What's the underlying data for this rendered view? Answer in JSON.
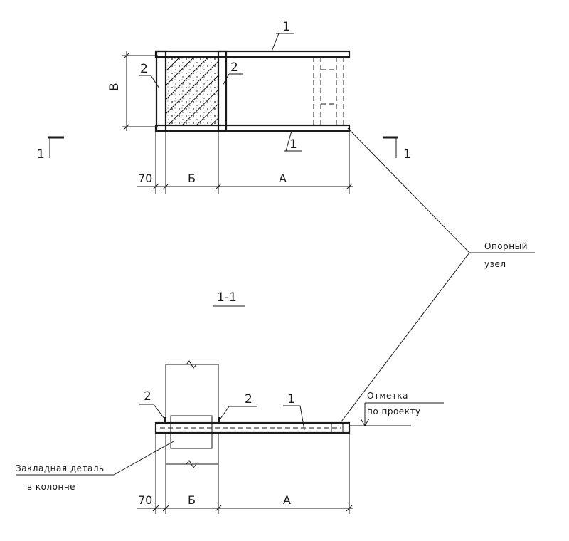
{
  "plan": {
    "label_beam_top": "1",
    "label_beam_bottom": "1",
    "label_side_left": "2",
    "label_side_right": "2",
    "label_dim_vertical": "В",
    "section_mark_left": "1",
    "section_mark_right": "1",
    "dim_left": "70",
    "dim_mid": "Б",
    "dim_right": "А"
  },
  "callout": {
    "line1": "Опорный",
    "line2": "узел"
  },
  "section": {
    "title": "1-1",
    "label_side_left": "2",
    "label_side_right": "2",
    "label_beam": "1",
    "level_line1": "Отметка",
    "level_line2": "по проекту",
    "embed_line1": "Закладная деталь",
    "embed_line2": "в колонне",
    "dim_left": "70",
    "dim_mid": "Б",
    "dim_right": "А"
  },
  "colors": {
    "ink": "#1a1a1a",
    "background": "#ffffff"
  }
}
